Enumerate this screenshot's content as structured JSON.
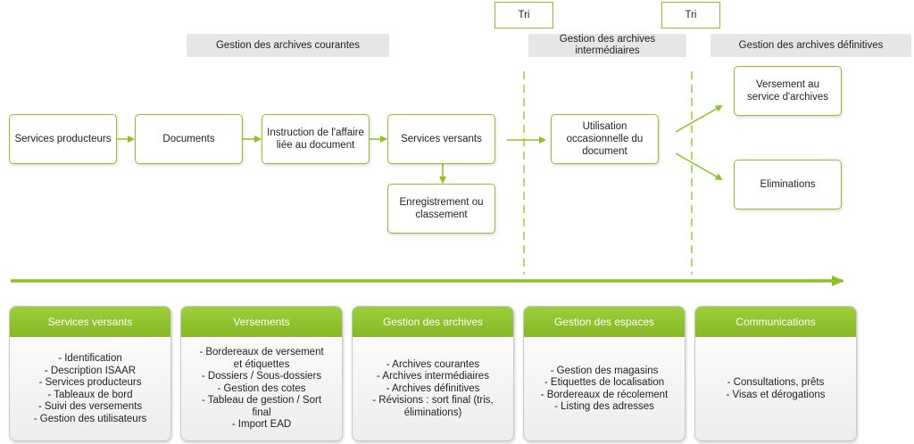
{
  "tri_labels": [
    "Tri",
    "Tri"
  ],
  "phases": {
    "courantes": "Gestion des archives courantes",
    "intermediaires": "Gestion des archives intermédiaires",
    "definitives": "Gestion des archives définitives"
  },
  "flow": {
    "services_producteurs": "Services producteurs",
    "documents": "Documents",
    "instruction": "Instruction de l'affaire liée au document",
    "services_versants": "Services versants",
    "enregistrement": "Enregistrement ou classement",
    "utilisation": "Utilisation occasionnelle du document",
    "versement": "Versement au service d'archives",
    "eliminations": "Eliminations"
  },
  "cards": [
    {
      "title": "Services versants",
      "items": [
        "- Identification",
        "- Description ISAAR",
        "- Services producteurs",
        "- Tableaux de bord",
        "- Suivi des versements",
        "- Gestion des utilisateurs"
      ]
    },
    {
      "title": "Versements",
      "items": [
        "- Bordereaux de versement et étiquettes",
        "- Dossiers / Sous-dossiers",
        "- Gestion des cotes",
        "- Tableau de gestion / Sort final",
        "- Import EAD"
      ]
    },
    {
      "title": "Gestion des archives",
      "items": [
        "- Archives courantes",
        "- Archives intermédiaires",
        "- Archives définitives",
        "- Révisions : sort final (tris, éliminations)"
      ]
    },
    {
      "title": "Gestion des espaces",
      "items": [
        "- Gestion des magasins",
        "- Etiquettes de localisation",
        "- Bordereaux de récolement",
        "- Listing des adresses"
      ]
    },
    {
      "title": "Communications",
      "items": [
        "- Consultations, prêts",
        "- Visas et dérogations"
      ]
    }
  ],
  "colors": {
    "accent": "#8dc127",
    "band": "#e6e6e6"
  }
}
